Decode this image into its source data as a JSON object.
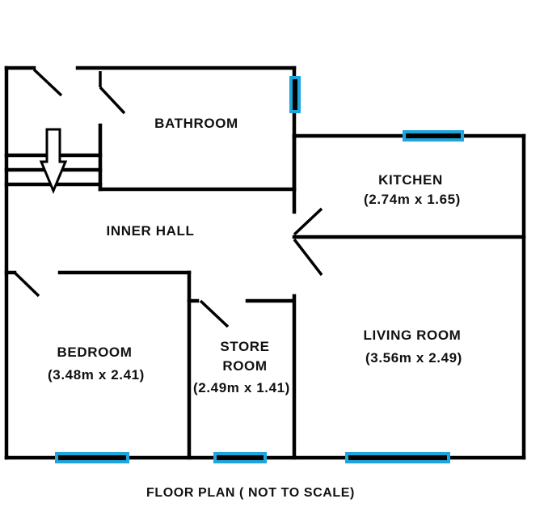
{
  "plan": {
    "rooms": {
      "bathroom": {
        "name": "BATHROOM"
      },
      "kitchen": {
        "name": "KITCHEN",
        "size": "(2.74m x 1.65)"
      },
      "inner_hall": {
        "name": "INNER HALL"
      },
      "bedroom": {
        "name": "BEDROOM",
        "size": "(3.48m x 2.41)"
      },
      "store_room": {
        "name_line1": "STORE",
        "name_line2": "ROOM",
        "size": "(2.49m x 1.41)"
      },
      "living_room": {
        "name": "LIVING ROOM",
        "size": "(3.56m x 2.49)"
      }
    },
    "caption": "FLOOR PLAN ( NOT TO SCALE)",
    "colors": {
      "wall": "#000000",
      "window": "#1ea6dc",
      "background": "#ffffff"
    }
  }
}
